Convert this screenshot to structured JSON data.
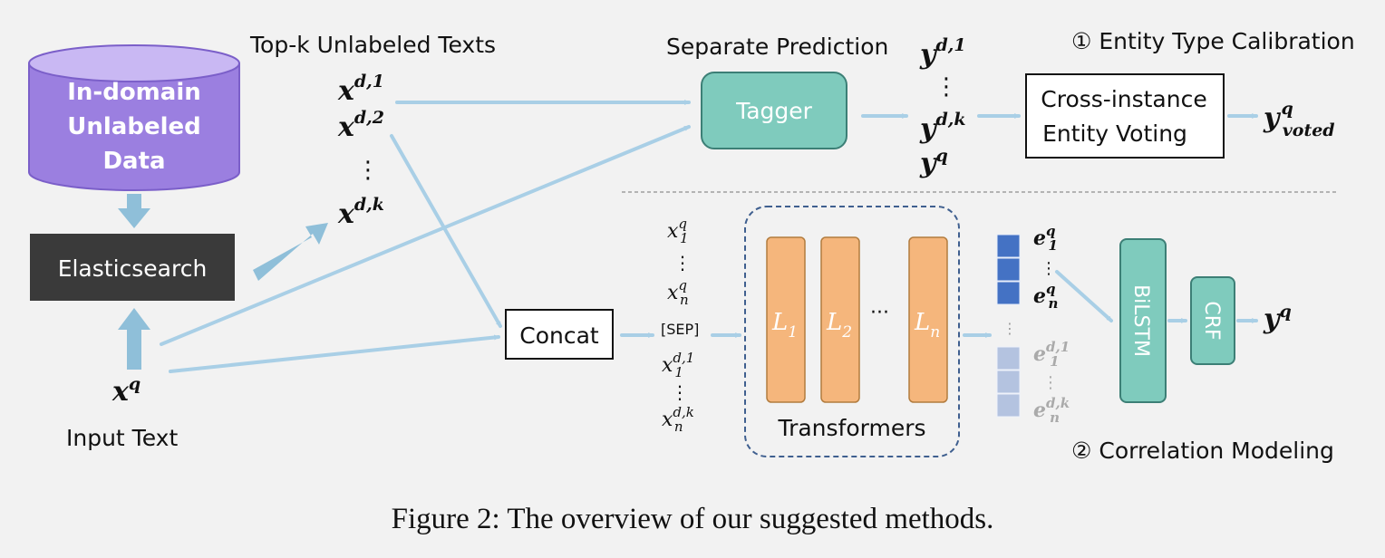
{
  "labels": {
    "database": [
      "In-domain",
      "Unlabeled",
      "Data"
    ],
    "elasticsearch": "Elasticsearch",
    "input_text": "Input Text",
    "topk_title": "Top-k Unlabeled Texts",
    "separate_prediction": "Separate Prediction",
    "tagger": "Tagger",
    "voting": [
      "Cross-instance",
      "Entity Voting"
    ],
    "entity_type_calibration": "① Entity Type Calibration",
    "concat": "Concat",
    "sep": "[SEP]",
    "transformers": "Transformers",
    "bilstm": "BiLSTM",
    "crf": "CRF",
    "correlation_modeling": "② Correlation Modeling",
    "dots": "⋮",
    "hdots": "···",
    "caption": "Figure 2: The overview of our suggested methods."
  },
  "symbols": {
    "x": "x",
    "y": "y",
    "e": "e",
    "L": "L",
    "d1": "d,1",
    "d2": "d,2",
    "dk": "d,k",
    "q": "q",
    "voted": "voted",
    "sub1": "1",
    "sub2": "2",
    "subn": "n"
  },
  "colors": {
    "database_fill": "#9b7fe0",
    "tagger_fill": "#7fcbbd",
    "layer_fill": "#f5b67c",
    "arrow": "#a9cfe6",
    "elastic_fill": "#3a3a3a",
    "emb_dark": "#4472c4",
    "emb_light": "#b4c3e0"
  }
}
